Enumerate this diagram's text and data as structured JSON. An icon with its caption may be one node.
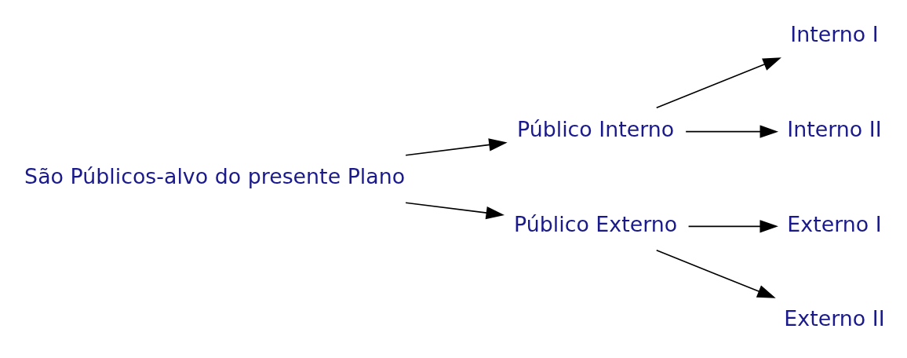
{
  "diagram": {
    "nodes": [
      {
        "text": [
          "São Públicos-alvo do presente Plano"
        ]
      },
      {
        "text": [
          "Público Interno"
        ]
      },
      {
        "text": [
          "Público Externo"
        ]
      },
      {
        "text": [
          "Interno I"
        ]
      },
      {
        "text": [
          "Interno II"
        ]
      },
      {
        "text": [
          "Externo I"
        ]
      },
      {
        "text": [
          "Externo II"
        ]
      }
    ],
    "edges": [
      {
        "from": 0,
        "to": 1,
        "arrow": "to"
      },
      {
        "from": 0,
        "to": 2,
        "arrow": "to"
      },
      {
        "from": 1,
        "to": 3,
        "arrow": "to"
      },
      {
        "from": 1,
        "to": 4,
        "arrow": "to"
      },
      {
        "from": 2,
        "to": 5,
        "arrow": "to"
      },
      {
        "from": 2,
        "to": 6,
        "arrow": "to"
      }
    ]
  }
}
